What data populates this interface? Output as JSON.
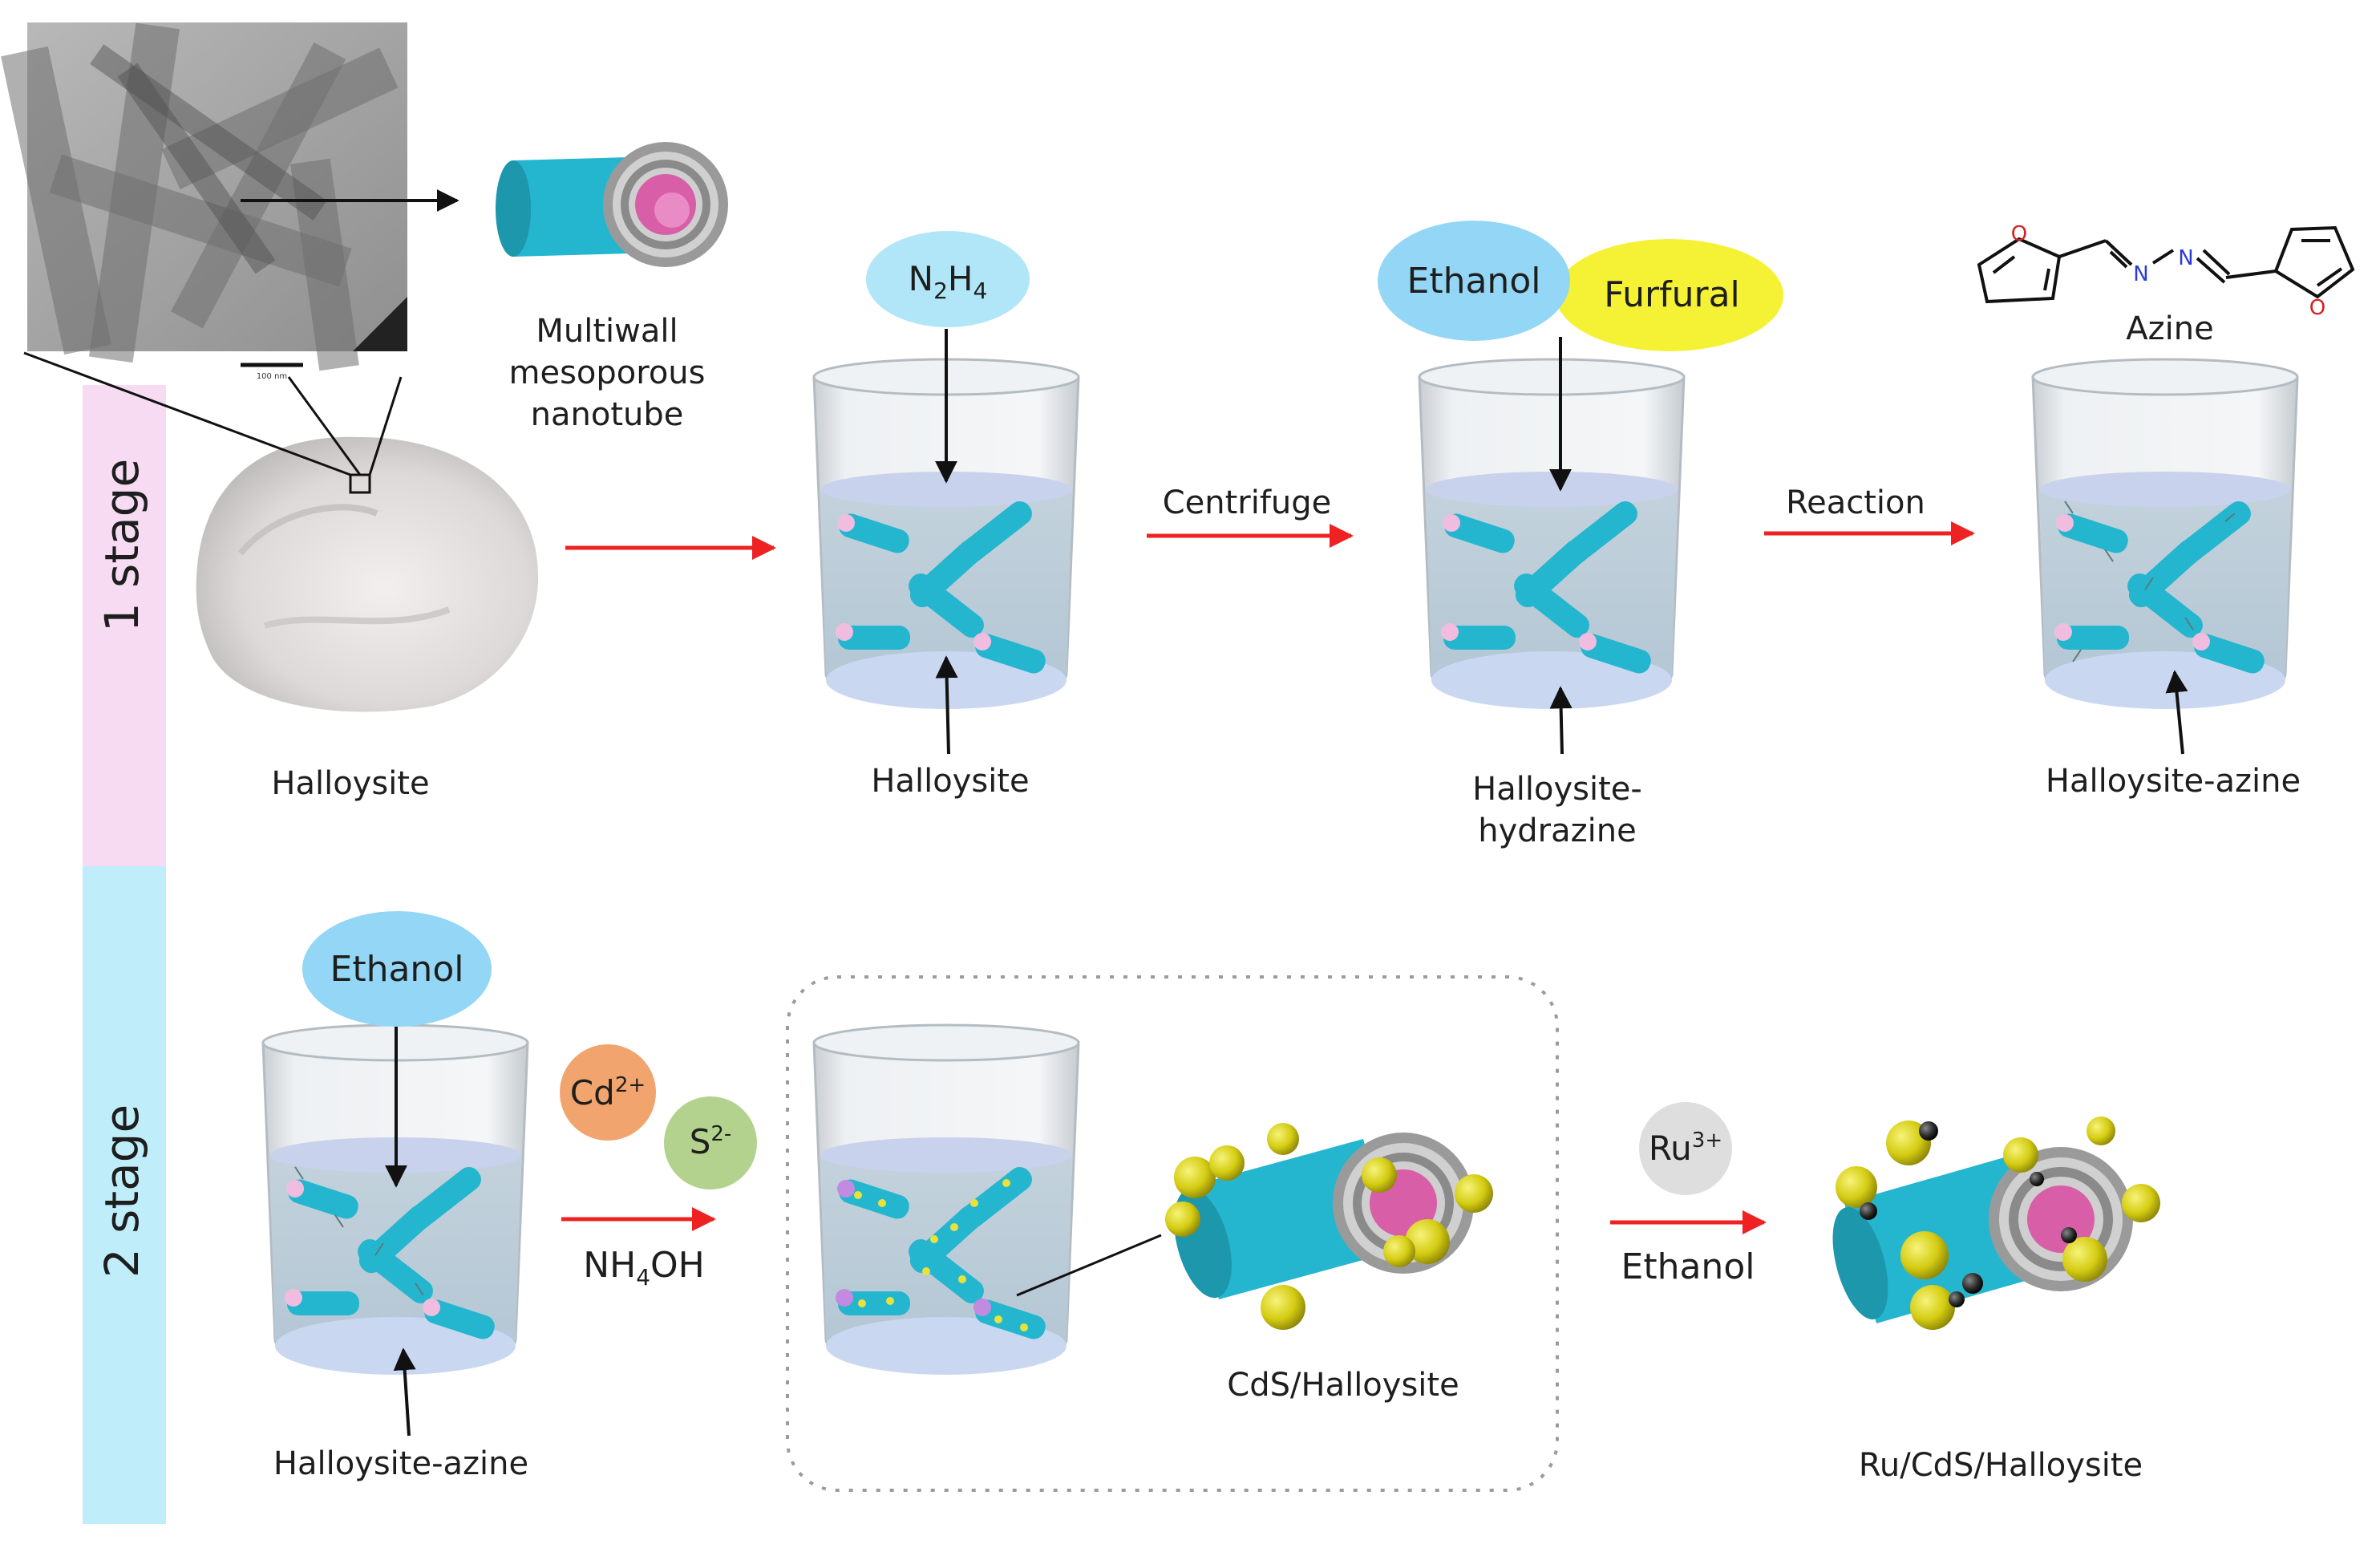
{
  "stages": {
    "stage1": "1 stage",
    "stage2": "2 stage"
  },
  "labels": {
    "multiwall": [
      "Multiwall",
      "mesoporous",
      "nanotube"
    ],
    "halloysite_powder": "Halloysite",
    "halloysite_beaker": "Halloysite",
    "halloysite_hydrazine": [
      "Halloysite-",
      "hydrazine"
    ],
    "halloysite_azine_top": "Halloysite-azine",
    "halloysite_azine_bottom": "Halloysite-azine",
    "azine": "Azine",
    "cds_halloysite": "CdS/Halloysite",
    "ru_cds_halloysite": "Ru/CdS/Halloysite",
    "tem_scale": "100 nm"
  },
  "arrows": {
    "centrifuge": "Centrifuge",
    "reaction": "Reaction",
    "nh4oh": {
      "base": "NH",
      "sub": "4",
      "tail": "OH"
    },
    "ethanol": "Ethanol"
  },
  "reagents": {
    "n2h4": {
      "a": "N",
      "sub1": "2",
      "b": "H",
      "sub2": "4"
    },
    "ethanol_top": "Ethanol",
    "furfural": "Furfural",
    "ethanol_bottom": "Ethanol",
    "cd": {
      "base": "Cd",
      "sup": "2+"
    },
    "s": {
      "base": "S",
      "sup": "2-"
    },
    "ru": {
      "base": "Ru",
      "sup": "3+"
    }
  },
  "molecule": {
    "o_atom": "O",
    "n_atom": "N"
  },
  "colors": {
    "stage1": "#f6dbf3",
    "stage2": "#bfeefa",
    "tube": "#25b6cf",
    "tube_inner": "#d85ea8",
    "cds": "#d6cf16",
    "ru": "#2a2a2a",
    "red_arrow": "#ee2222",
    "n2h4_bubble": "#b0e6f7",
    "ethanol_bubble": "#93d6f5",
    "furfural_bubble": "#f5f135",
    "cd_bubble": "#f2a46e",
    "s_bubble": "#b3d28e",
    "ru_bubble": "#dedede"
  }
}
